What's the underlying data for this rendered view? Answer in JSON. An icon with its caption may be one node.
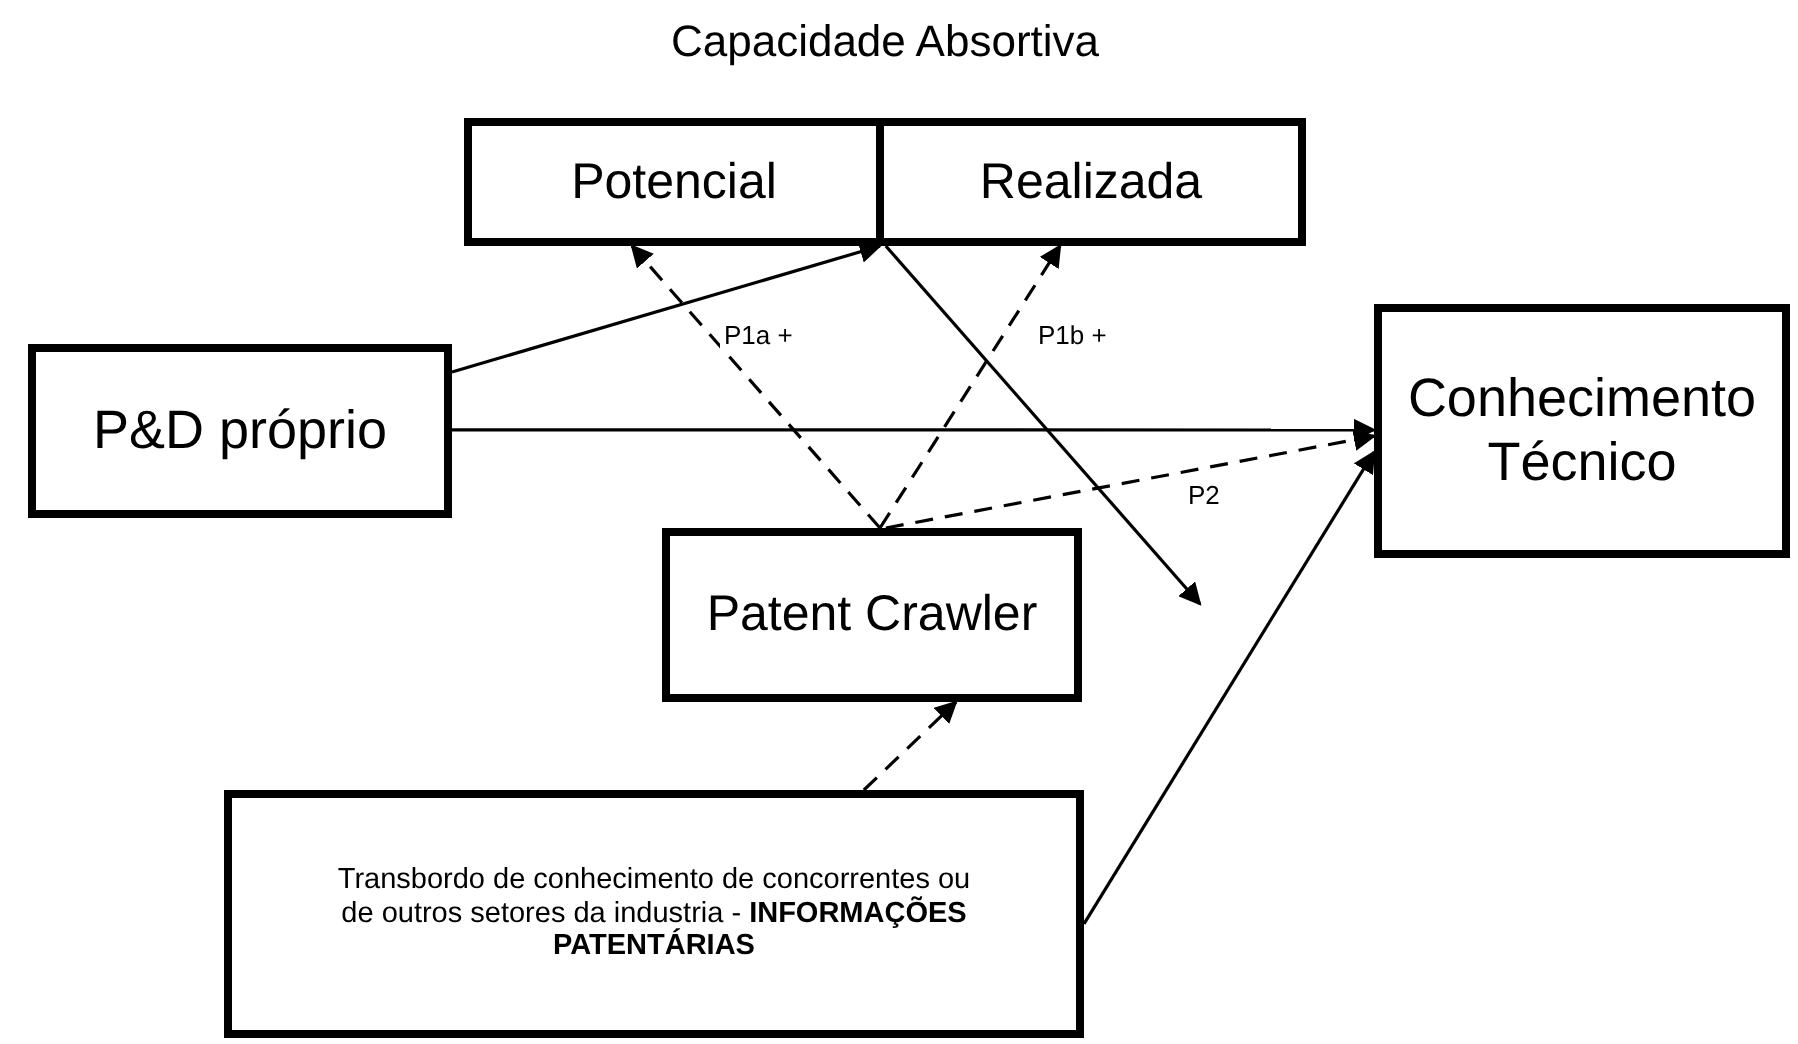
{
  "diagram": {
    "nodes": [
      {
        "text": [
          "Capacidade Absortiva"
        ]
      },
      {
        "text": [
          "Potencial"
        ],
        "in": 0
      },
      {
        "text": [
          "Realizada"
        ],
        "in": 0
      },
      {
        "text": [
          "P&D próprio"
        ]
      },
      {
        "text": [
          "Conhecimento Técnico"
        ]
      },
      {
        "text": [
          "Patent Crawler"
        ]
      },
      {
        "text": [
          "Transbordo de conhecimento de concorrentes ou de outros setores da industria - **INFORMAÇÕES PATENTÁRIAS**"
        ]
      }
    ],
    "edges": [
      {
        "from": 3,
        "to": 0,
        "arrow": "to"
      },
      {
        "from": 3,
        "to": 4,
        "arrow": "to"
      },
      {
        "from": 0,
        "to": null,
        "arrow": "to"
      },
      {
        "from": 5,
        "to": 1,
        "arrow": "to",
        "style": "dashed",
        "label": "P1a +"
      },
      {
        "from": 5,
        "to": 2,
        "arrow": "to",
        "style": "dashed",
        "label": "P1b +"
      },
      {
        "from": 5,
        "to": 4,
        "arrow": "to",
        "style": "dashed",
        "label": "P2"
      },
      {
        "from": 6,
        "to": 5,
        "arrow": "to",
        "style": "dashed"
      },
      {
        "from": 6,
        "to": 4,
        "arrow": "to"
      }
    ]
  }
}
